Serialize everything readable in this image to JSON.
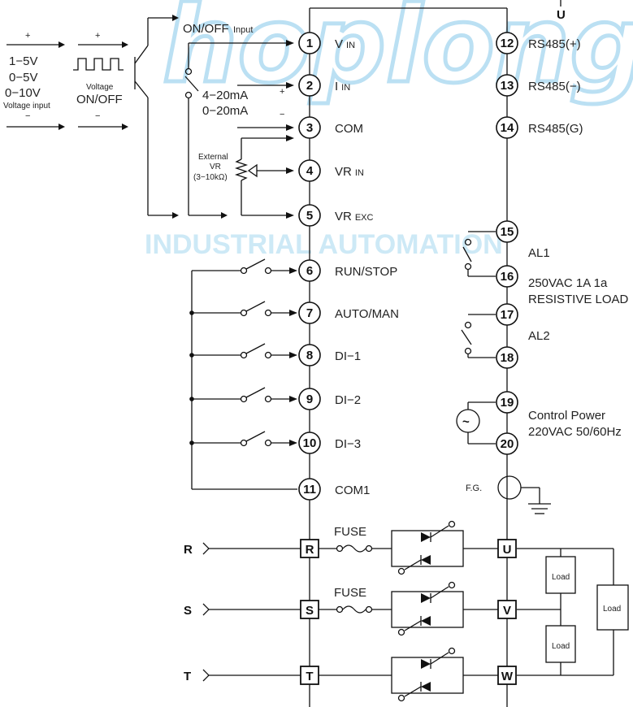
{
  "watermark": {
    "logo": "hoplong",
    "subtitle": "INDUSTRIAL AUTOMATION"
  },
  "top_output_label": "U",
  "input_section": {
    "analog_plus": "+",
    "analog_ranges": [
      "1−5V",
      "0−5V",
      "0−10V"
    ],
    "analog_title": "Voltage input",
    "analog_minus": "−",
    "pulse_plus": "+",
    "pulse_title": "Voltage",
    "pulse_title2": "ON/OFF",
    "pulse_minus": "−",
    "onoff_label": "ON/OFF",
    "onoff_label_small": "Input",
    "current_4_20": "4−20mA",
    "current_0_20": "0−20mA",
    "current_plus": "+",
    "current_minus": "−",
    "ext_vr_1": "External",
    "ext_vr_2": "VR",
    "ext_vr_3": "(3−10kΩ)"
  },
  "left_terminals": [
    {
      "num": "1",
      "label_main": "V",
      "label_sub": "IN"
    },
    {
      "num": "2",
      "label_main": "I",
      "label_sub": "IN"
    },
    {
      "num": "3",
      "label_main": "COM",
      "label_sub": ""
    },
    {
      "num": "4",
      "label_main": "VR",
      "label_sub": "IN"
    },
    {
      "num": "5",
      "label_main": "VR",
      "label_sub": "EXC"
    },
    {
      "num": "6",
      "label_main": "RUN/STOP",
      "label_sub": ""
    },
    {
      "num": "7",
      "label_main": "AUTO/MAN",
      "label_sub": ""
    },
    {
      "num": "8",
      "label_main": "DI−1",
      "label_sub": ""
    },
    {
      "num": "9",
      "label_main": "DI−2",
      "label_sub": ""
    },
    {
      "num": "10",
      "label_main": "DI−3",
      "label_sub": ""
    },
    {
      "num": "11",
      "label_main": "COM1",
      "label_sub": ""
    }
  ],
  "right_terminals": [
    {
      "num": "12",
      "label": "RS485(+)"
    },
    {
      "num": "13",
      "label": "RS485(−)"
    },
    {
      "num": "14",
      "label": "RS485(G)"
    },
    {
      "num": "15",
      "label": ""
    },
    {
      "num": "16",
      "label": ""
    },
    {
      "num": "17",
      "label": ""
    },
    {
      "num": "18",
      "label": ""
    },
    {
      "num": "19",
      "label": ""
    },
    {
      "num": "20",
      "label": ""
    }
  ],
  "alarm": {
    "al1": "AL1",
    "rating_1": "250VAC 1A 1a",
    "rating_2": "RESISTIVE LOAD",
    "al2": "AL2"
  },
  "power": {
    "label": "Control Power",
    "spec": "220VAC 50/60Hz",
    "ac_symbol": "~"
  },
  "fg_label": "F.G.",
  "power_section": {
    "line_phases": [
      "R",
      "S",
      "T"
    ],
    "left_boxes": [
      "R",
      "S",
      "T"
    ],
    "right_boxes": [
      "U",
      "V",
      "W"
    ],
    "fuse_label": "FUSE",
    "load_label": "Load"
  }
}
